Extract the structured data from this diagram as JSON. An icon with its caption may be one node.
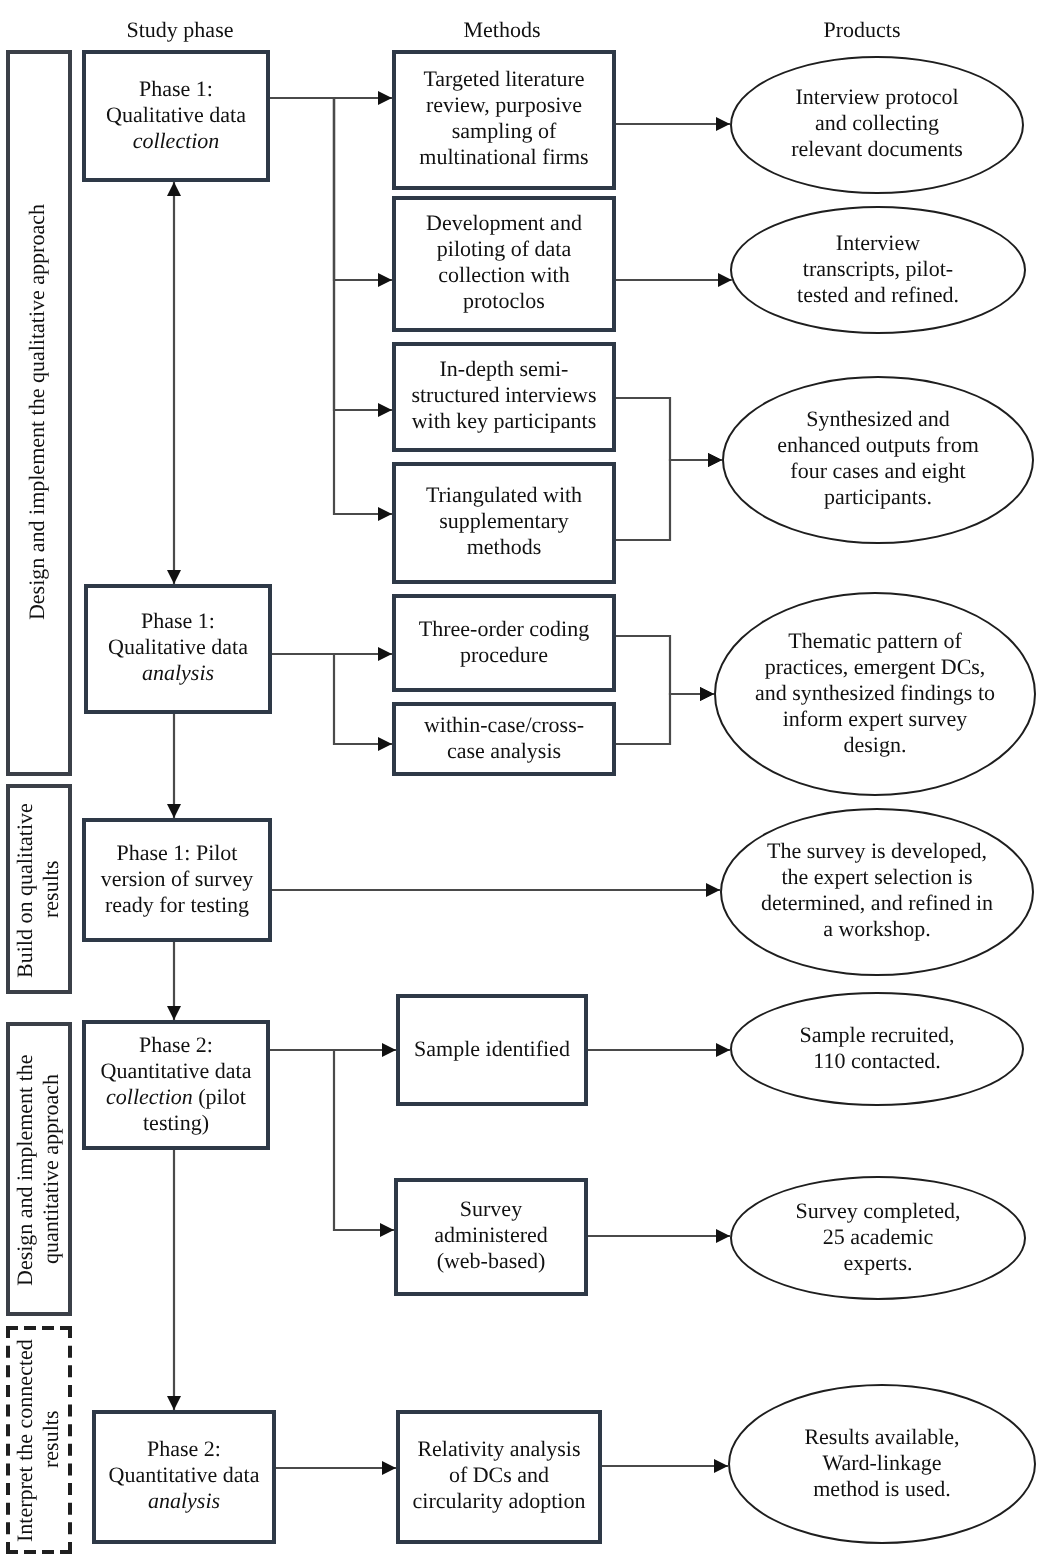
{
  "diagram": {
    "nodes": [
      {
        "text": [
          "Design and implement the qualitative approach"
        ]
      },
      {
        "text": [
          "Phase 1: Qualitative data *collection*"
        ]
      },
      {
        "text": [
          "Targeted literature review, purposive sampling of multinational firms"
        ]
      },
      {
        "text": [
          "Interview protocol and collecting relevant documents"
        ]
      },
      {
        "text": [
          "Development and piloting of data collection with protoclos"
        ]
      },
      {
        "text": [
          "Interview transcripts, pilot-tested and refined."
        ]
      },
      {
        "text": [
          "In-depth semi-structured interviews with key participants"
        ]
      },
      {
        "text": [
          "Triangulated with supplementary methods"
        ]
      },
      {
        "text": [
          "Synthesized and enhanced outputs from four cases and eight participants."
        ]
      },
      {
        "text": [
          "Phase 1: Qualitative data *analysis*"
        ]
      },
      {
        "text": [
          "Three-order coding procedure"
        ]
      },
      {
        "text": [
          "within-case/cross-case analysis"
        ]
      },
      {
        "text": [
          "Thematic pattern of practices, emergent DCs, and synthesized findings to inform expert survey design."
        ]
      },
      {
        "text": [
          "Build on qualitative results"
        ]
      },
      {
        "text": [
          "Phase 1: Pilot version of survey ready for testing"
        ]
      },
      {
        "text": [
          "The survey is developed, the expert selection is determined, and refined in a workshop."
        ]
      },
      {
        "text": [
          "Design and implement the quantitative approach"
        ]
      },
      {
        "text": [
          "Phase 2: Quantitative data *collection* (pilot testing)"
        ]
      },
      {
        "text": [
          "Sample identified"
        ]
      },
      {
        "text": [
          "Sample recruited, 110 contacted."
        ]
      },
      {
        "text": [
          "Survey administered (web-based)"
        ]
      },
      {
        "text": [
          "Survey completed, 25 academic experts."
        ]
      },
      {
        "text": [
          "Interpret the connected results"
        ]
      },
      {
        "text": [
          "Phase 2: Quantitative data *analysis*"
        ]
      },
      {
        "text": [
          "Relativity analysis of DCs and circularity adoption"
        ]
      },
      {
        "text": [
          "Results available, Ward-linkage method is used."
        ]
      }
    ],
    "edges": [
      {
        "from": 1,
        "to": 2,
        "arrow": "to"
      },
      {
        "from": 1,
        "to": 4,
        "arrow": "to"
      },
      {
        "from": 1,
        "to": 6,
        "arrow": "to"
      },
      {
        "from": 1,
        "to": 7,
        "arrow": "to"
      },
      {
        "from": 2,
        "to": 3,
        "arrow": "to"
      },
      {
        "from": 4,
        "to": 5,
        "arrow": "to"
      },
      {
        "from": 6,
        "to": 8,
        "arrow": "to"
      },
      {
        "from": 7,
        "to": 8,
        "arrow": "to"
      },
      {
        "from": 1,
        "to": 9,
        "arrow": "both"
      },
      {
        "from": 9,
        "to": 10,
        "arrow": "to"
      },
      {
        "from": 9,
        "to": 11,
        "arrow": "to"
      },
      {
        "from": 10,
        "to": 12,
        "arrow": "to"
      },
      {
        "from": 11,
        "to": 12,
        "arrow": "to"
      },
      {
        "from": 9,
        "to": 14,
        "arrow": "to"
      },
      {
        "from": 14,
        "to": 15,
        "arrow": "to"
      },
      {
        "from": 14,
        "to": 17,
        "arrow": "to"
      },
      {
        "from": 17,
        "to": 18,
        "arrow": "to"
      },
      {
        "from": 17,
        "to": 20,
        "arrow": "to"
      },
      {
        "from": 18,
        "to": 19,
        "arrow": "to"
      },
      {
        "from": 20,
        "to": 21,
        "arrow": "to"
      },
      {
        "from": 17,
        "to": 23,
        "arrow": "to"
      },
      {
        "from": 23,
        "to": 24,
        "arrow": "to"
      },
      {
        "from": 24,
        "to": 25,
        "arrow": "to"
      }
    ],
    "labels": [
      "Study phase",
      "Methods",
      "Products"
    ]
  }
}
